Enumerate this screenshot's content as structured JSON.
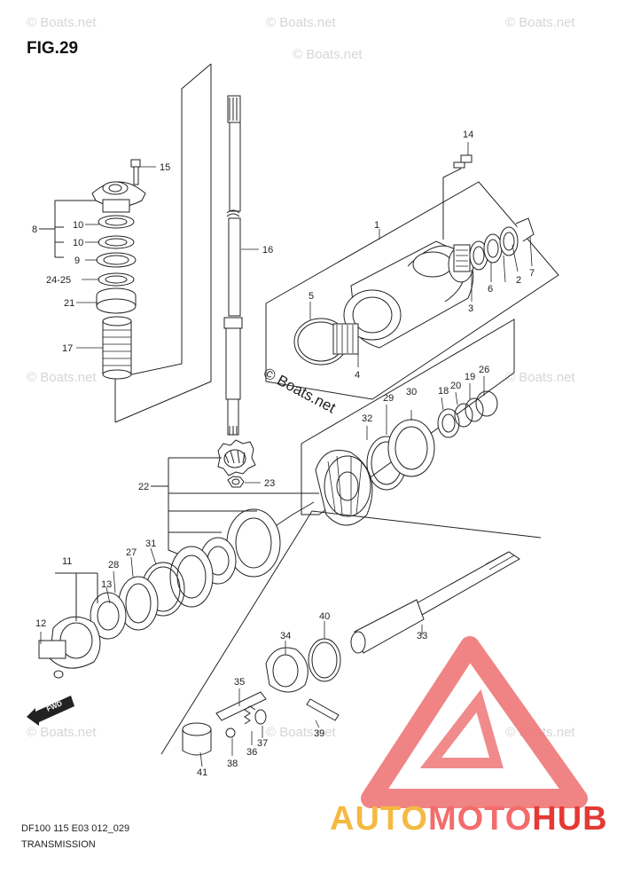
{
  "figure": {
    "title": "FIG.29",
    "code": "DF100 115 E03 012_029",
    "name": "TRANSMISSION"
  },
  "watermark": {
    "text": "© Boats.net",
    "center_text": "© Boats.net"
  },
  "brand": {
    "part1": "AUTO",
    "part2": "MOTO",
    "part3": "HUB",
    "color1": "#f5b942",
    "color2": "#f36c6c",
    "color3": "#e53935"
  },
  "fwd_label": "FWD",
  "part_labels": [
    "1",
    "2",
    "3",
    "4",
    "5",
    "6",
    "7",
    "8",
    "9",
    "10",
    "10",
    "11",
    "12",
    "13",
    "14",
    "15",
    "16",
    "17",
    "18",
    "19",
    "20",
    "21",
    "22",
    "23",
    "24-25",
    "26",
    "27",
    "28",
    "29",
    "30",
    "31",
    "32",
    "33",
    "34",
    "35",
    "36",
    "37",
    "38",
    "39",
    "40",
    "41"
  ],
  "colors": {
    "line": "#222222",
    "logo_red": "#e94a4a"
  }
}
